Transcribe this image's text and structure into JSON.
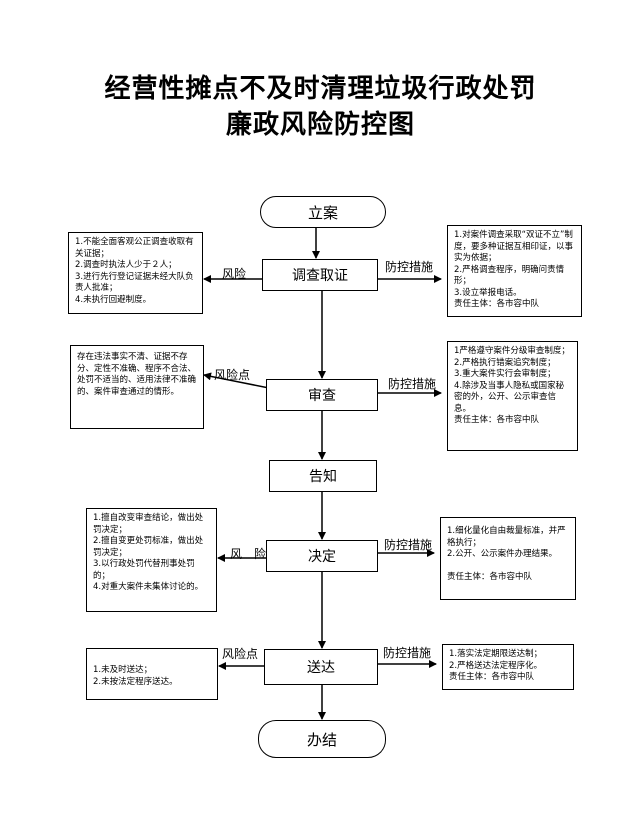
{
  "title": {
    "line1": "经营性摊点不及时清理垃圾行政处罚",
    "line2": "廉政风险防控图"
  },
  "nodes": {
    "start": "立案",
    "investigate": "调查取证",
    "review": "审查",
    "notify": "告知",
    "decide": "决定",
    "deliver": "送达",
    "end": "办结"
  },
  "labels": {
    "risk1": "风险",
    "ctrl1": "防控措施",
    "risk2": "风险点",
    "ctrl2": "防控措施",
    "risk3": "风　险",
    "ctrl3": "防控措施",
    "risk4": "风险点",
    "ctrl4": "防控措施"
  },
  "risks": {
    "investigate": [
      "1.不能全面客观公正调查收取有关证据；",
      "2.调查时执法人少于２人；",
      "3.进行先行登记证据未经大队负责人批准；",
      "4.未执行回避制度。"
    ],
    "review": [
      "存在违法事实不清、证据不存分、定性不准确、程序不合法、处罚不适当的、适用法律不准确的、案件审查通过的情形。"
    ],
    "decide": [
      "1.擅自改变审查结论，做出处罚决定；",
      "2.擅自变更处罚标准，做出处罚决定；",
      "3.以行政处罚代替刑事处罚的；",
      "4.对重大案件未集体讨论的。"
    ],
    "deliver": [
      "1.未及时送达；",
      "2.未按法定程序送达。"
    ]
  },
  "controls": {
    "investigate": [
      "1.对案件调查采取“双证不立”制度，要多种证据互相印证，以事实为依据；",
      "2.严格调查程序，明确问责情形；",
      "3.设立举报电话。",
      "责任主体：各市容中队"
    ],
    "review": [
      "1严格遵守案件分级审查制度；",
      "2.严格执行错案追究制度；",
      "3.重大案件实行会审制度；",
      "4.除涉及当事人隐私或国家秘密的外，公开、公示审查信息。",
      "责任主体：各市容中队"
    ],
    "decide": [
      "1.细化量化自由裁量标准，并严格执行；",
      "2.公开、公示案件办理结果。",
      "",
      "责任主体：各市容中队"
    ],
    "deliver": [
      "1.落实法定期限送达制；",
      "2.严格送达法定程序化。",
      "责任主体：各市容中队"
    ]
  }
}
